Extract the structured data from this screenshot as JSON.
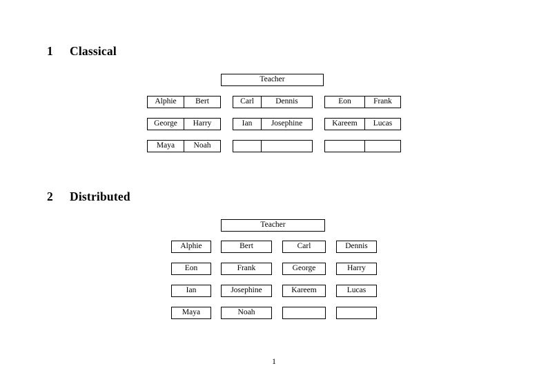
{
  "document": {
    "page_number": "1",
    "sections": [
      {
        "number": "1",
        "title": "Classical",
        "teacher_label": "Teacher",
        "layout": "grouped-pairs",
        "groups": [
          {
            "name": "group-left",
            "rows": [
              [
                "Alphie",
                "Bert"
              ],
              [
                "George",
                "Harry"
              ],
              [
                "Maya",
                "Noah"
              ]
            ]
          },
          {
            "name": "group-middle",
            "rows": [
              [
                "Carl",
                "Dennis"
              ],
              [
                "Ian",
                "Josephine"
              ],
              [
                "",
                ""
              ]
            ]
          },
          {
            "name": "group-right",
            "rows": [
              [
                "Eon",
                "Frank"
              ],
              [
                "Kareem",
                "Lucas"
              ],
              [
                "",
                ""
              ]
            ]
          }
        ]
      },
      {
        "number": "2",
        "title": "Distributed",
        "teacher_label": "Teacher",
        "layout": "single-cells",
        "rows": [
          [
            "Alphie",
            "Bert",
            "Carl",
            "Dennis"
          ],
          [
            "Eon",
            "Frank",
            "George",
            "Harry"
          ],
          [
            "Ian",
            "Josephine",
            "Kareem",
            "Lucas"
          ],
          [
            "Maya",
            "Noah",
            "",
            ""
          ]
        ]
      }
    ]
  },
  "colors": {
    "page_background": "#ffffff",
    "text": "#000000",
    "border": "#000000"
  }
}
